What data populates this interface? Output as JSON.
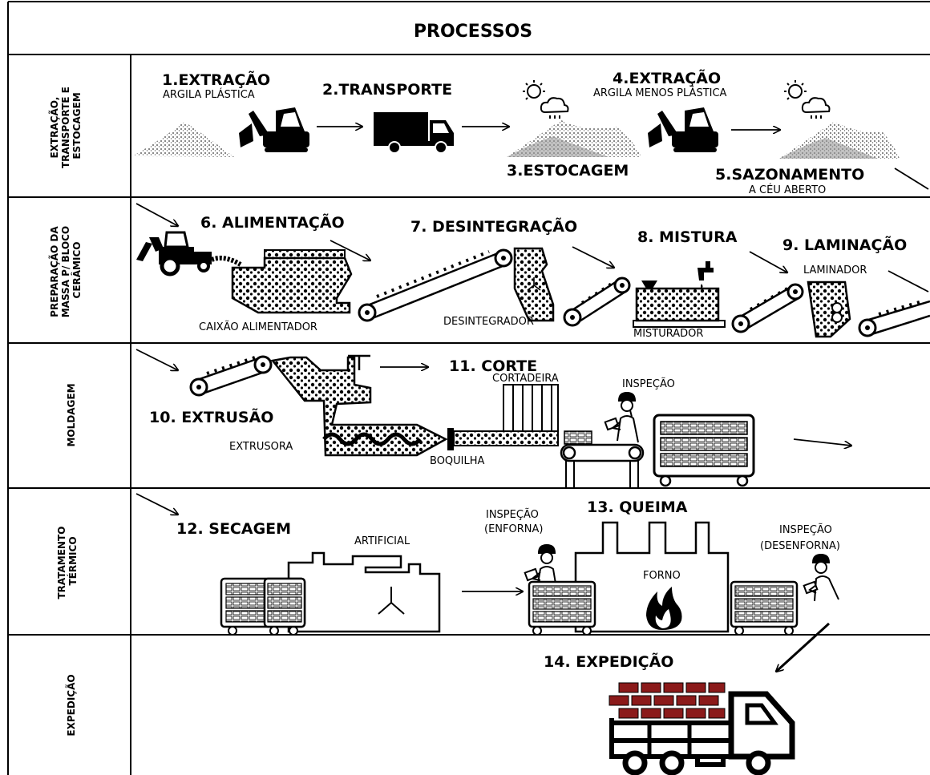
{
  "title": "PROCESSOS",
  "rows": [
    {
      "lines": [
        "EXTRAÇÃO,",
        "TRANSPORTE E",
        "ESTOCAGEM"
      ]
    },
    {
      "lines": [
        "PREPARAÇÃO DA",
        "MASSA P/ BLOCO",
        "CERÂMICO"
      ]
    },
    {
      "lines": [
        "MOLDAGEM"
      ]
    },
    {
      "lines": [
        "TRATAMENTO",
        "TÉRMICO"
      ]
    },
    {
      "lines": [
        "EXPEDIÇÃO"
      ]
    }
  ],
  "steps": {
    "s1": {
      "title": "1.EXTRAÇÃO",
      "sub": "ARGILA PLÁSTICA"
    },
    "s2": {
      "title": "2.TRANSPORTE"
    },
    "s3": {
      "title": "3.ESTOCAGEM"
    },
    "s4": {
      "title": "4.EXTRAÇÃO",
      "sub": "ARGILA MENOS PLÁSTICA"
    },
    "s5": {
      "title": "5.SAZONAMENTO",
      "sub": "A CÉU ABERTO"
    },
    "s6": {
      "title": "6. ALIMENTAÇÃO"
    },
    "s7": {
      "title": "7. DESINTEGRAÇÃO"
    },
    "s8": {
      "title": "8. MISTURA"
    },
    "s9": {
      "title": "9. LAMINAÇÃO"
    },
    "s10": {
      "title": "10. EXTRUSÃO"
    },
    "s11": {
      "title": "11. CORTE"
    },
    "s12": {
      "title": "12. SECAGEM"
    },
    "s13": {
      "title": "13. QUEIMA"
    },
    "s14": {
      "title": "14. EXPEDIÇÃO"
    }
  },
  "labels": {
    "caixao": "CAIXÃO ALIMENTADOR",
    "desintegrador": "DESINTEGRADOR",
    "misturador": "MISTURADOR",
    "laminador": "LAMINADOR",
    "extrusora": "EXTRUSORA",
    "boquilha": "BOQUILHA",
    "cortadeira": "CORTADEIRA",
    "inspecao": "INSPEÇÃO",
    "artificial": "ARTIFICIAL",
    "insp_enforna_1": "INSPEÇÃO",
    "insp_enforna_2": "(ENFORNA)",
    "forno": "FORNO",
    "insp_desenforna_1": "INSPEÇÃO",
    "insp_desenforna_2": "(DESENFORNA)"
  },
  "colors": {
    "line": "#000000",
    "brick": "#8b1a1a",
    "pile": "#555555"
  }
}
